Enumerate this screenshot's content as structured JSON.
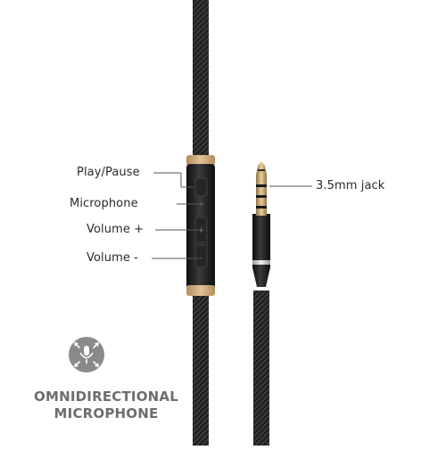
{
  "callouts": {
    "play_pause": "Play/Pause",
    "microphone": "Microphone",
    "volume_up": "Volume +",
    "volume_down": "Volume -",
    "jack": "3.5mm jack"
  },
  "badge": {
    "line1": "OMNIDIRECTIONAL",
    "line2": "MICROPHONE",
    "icon": "omnidirectional-microphone-icon"
  },
  "colors": {
    "cable": "#1c1c1c",
    "gold_trim": "#c9a06e",
    "leader_line": "#555555",
    "badge_circle": "#8a8a8a",
    "badge_text": "#6d6d6d"
  }
}
